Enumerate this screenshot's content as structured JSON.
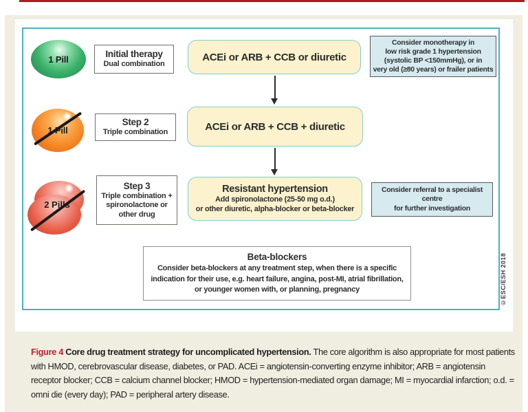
{
  "figure": {
    "pills": {
      "pill1": {
        "label": "1 Pill"
      },
      "pill2": {
        "label": "1 Pill"
      },
      "pill3": {
        "label": "2 Pills"
      }
    },
    "steps": {
      "step1": {
        "title": "Initial therapy",
        "subtitle": "Dual combination"
      },
      "step2": {
        "title": "Step 2",
        "subtitle": "Triple combination"
      },
      "step3": {
        "title": "Step 3",
        "lines": [
          "Triple combination +",
          "spironolactone or",
          "other drug"
        ]
      }
    },
    "therapy": {
      "box1": {
        "text": "ACEi or ARB + CCB or diuretic"
      },
      "box2": {
        "text": "ACEi or ARB + CCB + diuretic"
      },
      "box3": {
        "title": "Resistant hypertension",
        "lines": [
          "Add spironolactone (25-50 mg o.d.)",
          "or other diuretic, alpha-blocker or beta-blocker"
        ]
      }
    },
    "notes": {
      "note1": {
        "lines": [
          "Consider monotherapy in",
          "low risk grade 1 hypertension",
          "(systolic BP <150mmHg), or in",
          "very old (≥80 years) or frailer patients"
        ]
      },
      "note2": {
        "lines": [
          "Consider referral to a specialist centre",
          "for further investigation"
        ]
      }
    },
    "beta_blockers": {
      "title": "Beta-blockers",
      "lines": [
        "Consider beta-blockers at any treatment step, when there is a specific",
        "indication for their use, e.g. heart failure, angina, post-MI, atrial fibrillation,",
        "or younger women with, or planning, pregnancy"
      ]
    },
    "copyright": "©ESC/ESH 2018"
  },
  "caption": {
    "label": "Figure 4",
    "title": "Core drug treatment strategy for uncomplicated hypertension.",
    "body": "The core algorithm is also appropriate for most patients with HMOD, cerebrovascular disease, diabetes, or PAD. ACEi = angiotensin-converting enzyme inhibitor; ARB = angiotensin receptor blocker; CCB = calcium channel blocker; HMOD = hypertension-mediated organ damage; MI = myocardial infarction; o.d. = omni die (every day); PAD = peripheral artery disease."
  },
  "colors": {
    "top_rule_red": "#ae1c20",
    "figure_label_red": "#c32032",
    "page_cream": "#f0eee1",
    "frame_teal": "#4aafc4",
    "therapy_fill": "#fcf2cd",
    "therapy_border": "#82cfc7",
    "note_fill": "#d6eaf0",
    "pill_green": "#3bb26b",
    "pill_orange": "#f58220",
    "pill_red": "#e65c45"
  }
}
